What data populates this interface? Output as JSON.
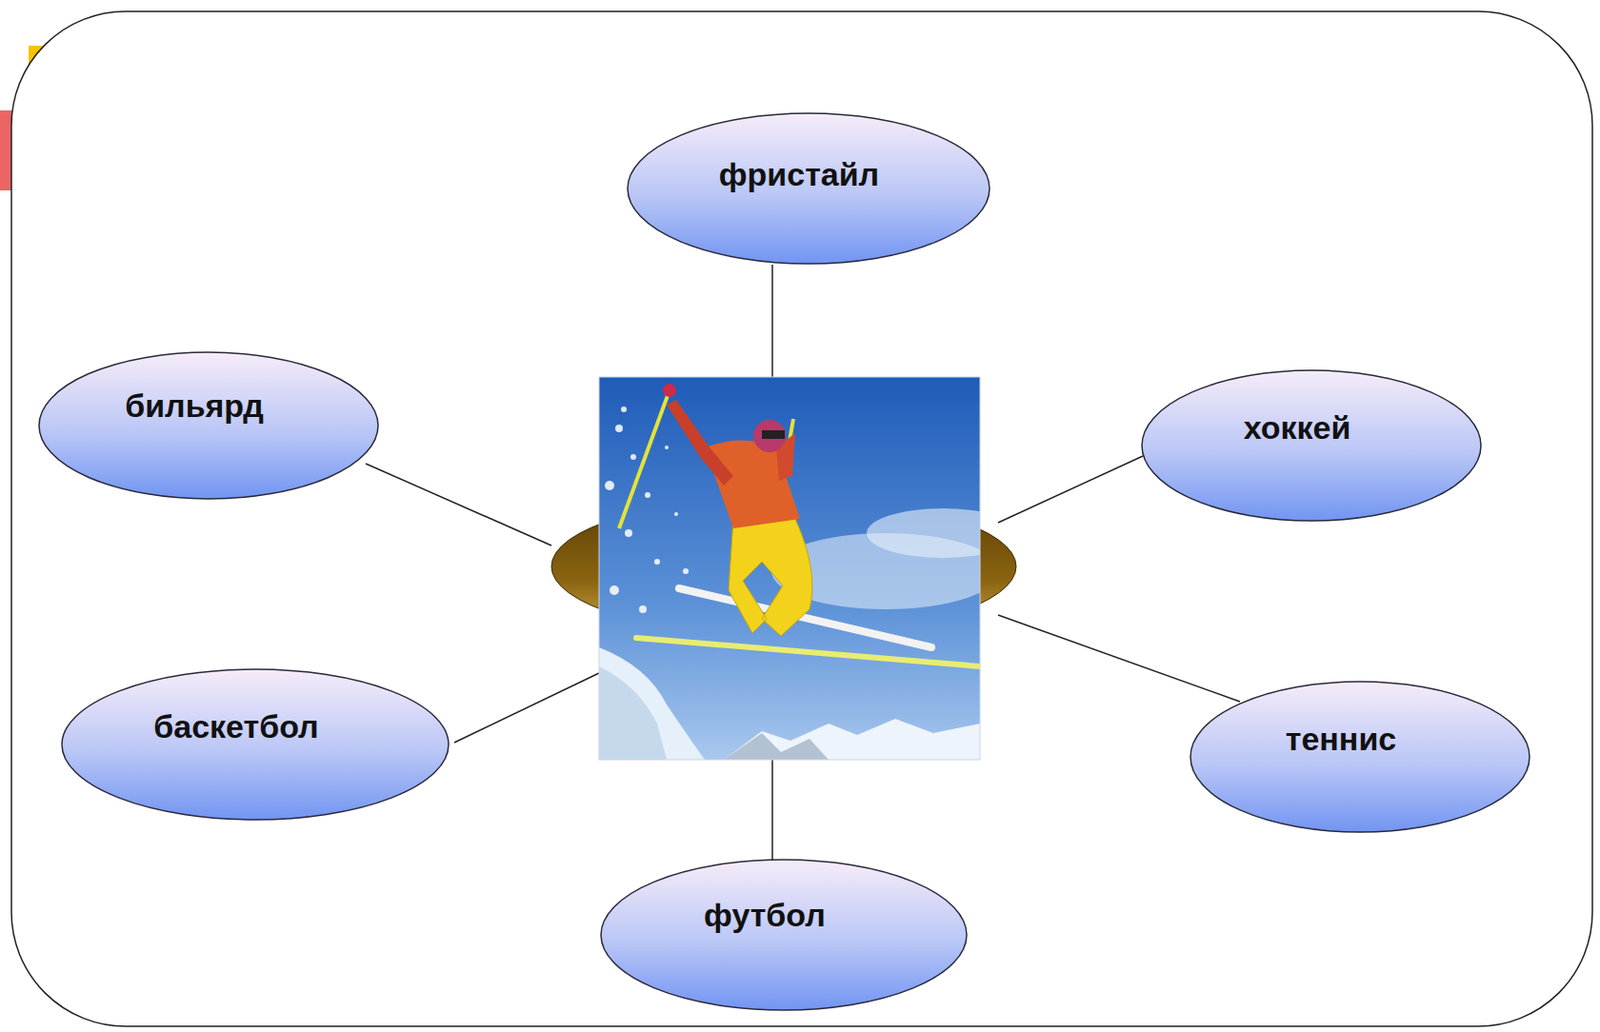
{
  "diagram": {
    "nodes": [
      {
        "text": [
          "фристайл"
        ]
      },
      {
        "text": [
          "бильярд"
        ]
      },
      {
        "text": [
          "хоккей"
        ]
      },
      {
        "text": [
          "баскетбол"
        ]
      },
      {
        "text": [
          "теннис"
        ]
      },
      {
        "text": [
          "футбол"
        ]
      }
    ]
  }
}
